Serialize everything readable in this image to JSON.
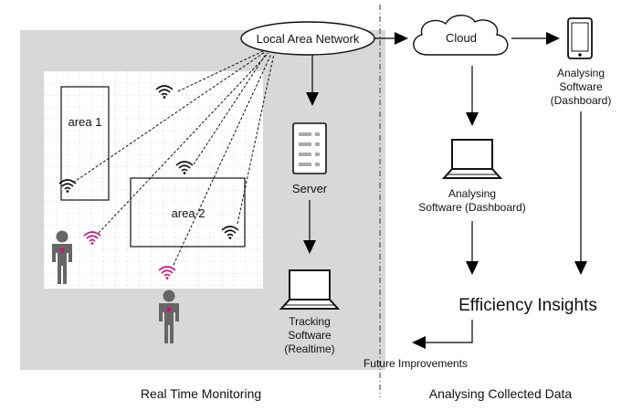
{
  "colors": {
    "panel": "#d8d8d8",
    "floor": "#ffffff",
    "grid": "#c8c8c8",
    "person": "#666666",
    "tag": "#d0107a",
    "line": "#000000"
  },
  "icons": [
    "wifi-icon",
    "person-icon",
    "server-icon",
    "laptop-icon",
    "cloud-icon",
    "tablet-icon"
  ],
  "nodes": {
    "lan": "Local Area Network",
    "cloud": "Cloud",
    "area1": "area 1",
    "area2": "area 2",
    "server": "Server",
    "tracking": [
      "Tracking",
      "Software",
      "(Realtime)"
    ],
    "analysing_laptop": [
      "Analysing",
      "Software (Dashboard)"
    ],
    "analysing_tablet": [
      "Analysing",
      "Software",
      "(Dashboard)"
    ],
    "insights": "Efficiency Insights",
    "future": "Future Improvements"
  },
  "sections": {
    "left": "Real Time Monitoring",
    "right": "Analysing Collected Data"
  }
}
